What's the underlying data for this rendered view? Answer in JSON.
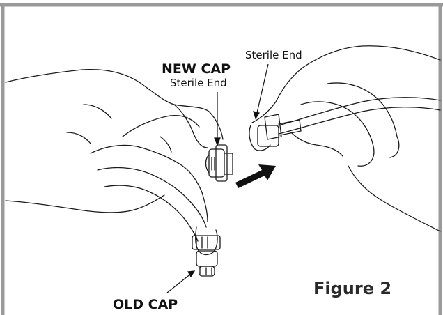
{
  "labels": {
    "new_cap": "NEW CAP",
    "new_cap_sterile": "Sterile End",
    "tube_sterile": "Sterile End",
    "old_cap": "OLD CAP",
    "figure": "Figure 2"
  },
  "colors": {
    "frame": "#9a9a9a",
    "line": "#1a1a1a",
    "arrow": "#111111"
  }
}
